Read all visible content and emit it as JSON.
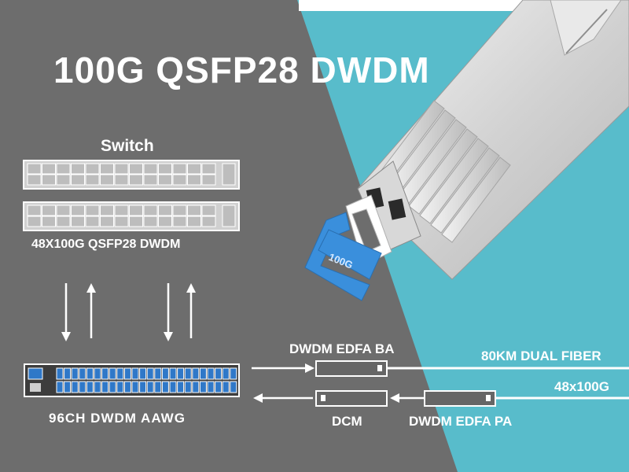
{
  "title": "100G QSFP28 DWDM",
  "switch": {
    "label": "Switch",
    "subtitle": "48X100G QSFP28 DWDM"
  },
  "aawg": {
    "label": "96CH  DWDM  AAWG"
  },
  "amplifiers": {
    "booster": "DWDM EDFA BA",
    "dcm": "DCM",
    "preamp": "DWDM EDFA PA"
  },
  "link": {
    "distance": "80KM DUAL FIBER",
    "capacity": "48x100G"
  },
  "module": {
    "pull_tab_text": "100G"
  },
  "colors": {
    "left_bg": "#6d6d6d",
    "right_bg": "#58bccb",
    "module_blue": "#3a8fdc",
    "port_blue": "#2f78c8",
    "text": "#ffffff"
  }
}
